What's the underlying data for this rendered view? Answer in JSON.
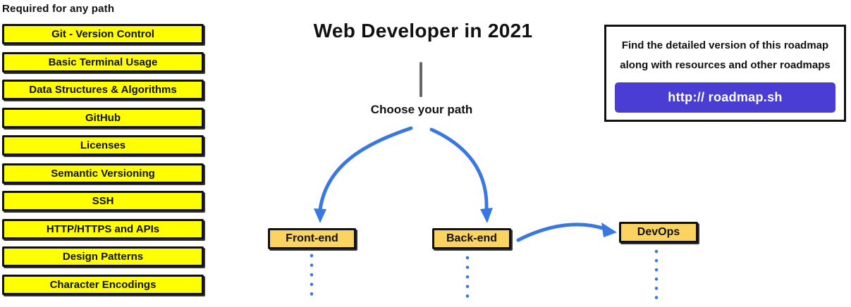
{
  "colors": {
    "arrow_blue": "#3878E0",
    "topic_yellow": "#FFFF00",
    "node_orange": "#FAD361",
    "button_purple": "#4A3DD4",
    "border_black": "#111111",
    "connector_gray": "#666666"
  },
  "required": {
    "heading": "Required for any path",
    "items": [
      "Git - Version Control",
      "Basic Terminal Usage",
      "Data Structures & Algorithms",
      "GitHub",
      "Licenses",
      "Semantic Versioning",
      "SSH",
      "HTTP/HTTPS and APIs",
      "Design Patterns",
      "Character Encodings"
    ]
  },
  "main": {
    "title": "Web Developer in 2021",
    "choose_label": "Choose your path",
    "paths": {
      "frontend": "Front-end",
      "backend": "Back-end",
      "devops": "DevOps"
    }
  },
  "info_box": {
    "line1": "Find the detailed version of this roadmap",
    "line2": "along with resources and other roadmaps",
    "button_label": "http:// roadmap.sh"
  }
}
